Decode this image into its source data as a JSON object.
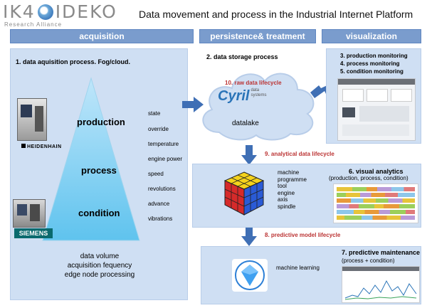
{
  "logo": {
    "brand_left": "IK4",
    "brand_right": "IDEKO",
    "subtitle": "Research Alliance"
  },
  "title": "Data movement and process in the Industrial Internet Platform",
  "headers": {
    "acquisition": "acquisition",
    "persistence": "persistence& treatment",
    "visualization": "visualization"
  },
  "acquisition": {
    "step": "1. data aquisition process. Fog/cloud.",
    "brand_heidenhain": "HEIDENHAIN",
    "brand_siemens": "SIEMENS",
    "pyramid_levels": [
      "production",
      "process",
      "condition"
    ],
    "variables": [
      "state",
      "override",
      "temperature",
      "engine power",
      "speed",
      "revolutions",
      "advance",
      "vibrations"
    ],
    "footer": [
      "data volume",
      "acquisition fequency",
      "edge node processing"
    ]
  },
  "storage": {
    "step": "2. data storage process",
    "raw_lifecycle": "10. raw data lifecycle",
    "cyril_main": "Cyril",
    "cyril_sub1": "data",
    "cyril_sub2": "systems",
    "datalake": "datalake"
  },
  "monitoring": {
    "items": [
      "3. production monitoring",
      "4. process monitoring",
      "5. condition monitoring"
    ]
  },
  "analytics": {
    "lifecycle": "9. analytical data lifecycle",
    "dimensions": [
      "machine",
      "programme",
      "tool",
      "engine",
      "axis",
      "spindle"
    ],
    "title": "6. visual analytics",
    "subtitle": "(production, process, condition)"
  },
  "predictive": {
    "lifecycle": "8. predictive model lifecycle",
    "ml": "machine learning",
    "title": "7. predictive maintenance",
    "subtitle": "(process + condition)"
  },
  "colors": {
    "header": "#7a9ccd",
    "panel": "#cfdff3",
    "arrow": "#3f6fb5",
    "accent_red": "#b33333"
  }
}
